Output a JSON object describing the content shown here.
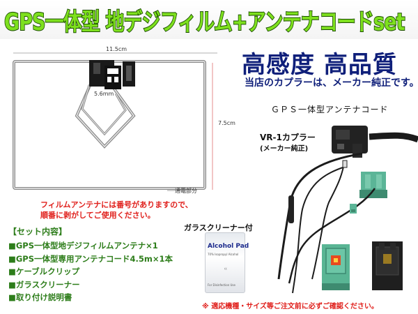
{
  "title": "GPS一体型 地デジフィルム+アンテナコードset",
  "film": {
    "width_label": "11.5cm",
    "height_label": "7.5cm",
    "element_label": "5.6mm",
    "conductive_label": "通電部分"
  },
  "quality_text": "高感度 高品質",
  "coupler_note": "当店のカプラーは、メーカー純正です。",
  "cord_title": "ＧＰＳ一体型アンテナコード",
  "vr_label": "VR-1カプラー",
  "vr_sub": "(メーカー純正)",
  "warning": [
    "フィルムアンテナには番号がありますので、",
    "順番に剥がしてご使用ください。"
  ],
  "set_heading": "【セット内容】",
  "set_items": [
    "■GPS一体型地デジフィルムアンテナ×1",
    "■GPS一体型専用アンテナコード4.5m×1本",
    "■ケーブルクリップ",
    "■ガラスクリーナー",
    "■取り付け説明書"
  ],
  "glass_cleaner_label": "ガラスクリーナー付",
  "alcohol_pad": {
    "title": "Alcohol Pad",
    "line": "70% Isopropyl Alcohol",
    "mid": "㏄",
    "bottom": "For Disinfection Use"
  },
  "footer_note": "※ 適応機種・サイズ等ご注文前に必ずご確認ください。"
}
